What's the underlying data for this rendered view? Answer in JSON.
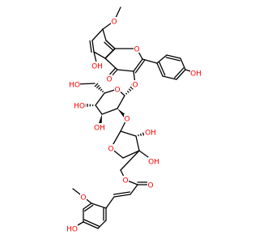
{
  "colors": {
    "bond": "#000000",
    "oxygen": "#ff0000",
    "background": "#ffffff"
  },
  "atom_labels": [
    {
      "id": "o-ome-top",
      "text": "O"
    },
    {
      "id": "oh-5",
      "text": "OH"
    },
    {
      "id": "o-pyran-ring",
      "text": "O"
    },
    {
      "id": "o-ketone",
      "text": "O"
    },
    {
      "id": "o-glycoside-3",
      "text": "O"
    },
    {
      "id": "oh-phenol-right",
      "text": "OH"
    },
    {
      "id": "o-glucose-ring",
      "text": "O"
    },
    {
      "id": "ho-glc-6",
      "text": "HO"
    },
    {
      "id": "ho-glc-4",
      "text": "HO"
    },
    {
      "id": "oh-glc-3",
      "text": "OH"
    },
    {
      "id": "o-glycoside-2",
      "text": "O"
    },
    {
      "id": "oh-api-2",
      "text": "OH"
    },
    {
      "id": "o-apiose-ring",
      "text": "O"
    },
    {
      "id": "oh-api-3",
      "text": "OH"
    },
    {
      "id": "o-ester",
      "text": "O"
    },
    {
      "id": "o-carbonyl",
      "text": "O"
    },
    {
      "id": "o-ome-bottom",
      "text": "O"
    },
    {
      "id": "ho-ferulic",
      "text": "HO"
    }
  ]
}
